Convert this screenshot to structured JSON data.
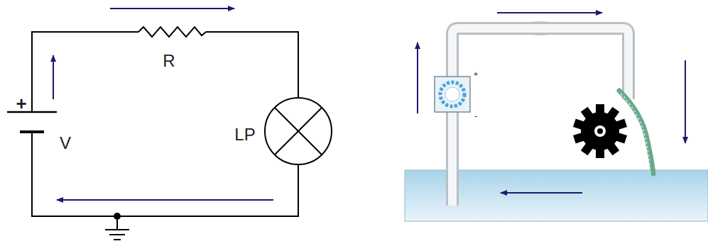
{
  "diagram": {
    "labels": [
      "+",
      "V",
      "R",
      "LP",
      "+",
      "-"
    ]
  }
}
